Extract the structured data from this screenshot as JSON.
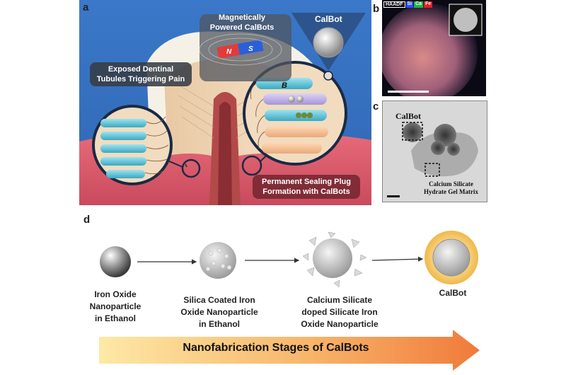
{
  "panel_a": {
    "letter": "a",
    "magnet_title_line1": "Magnetically",
    "magnet_title_line2": "Powered CalBots",
    "magnet_n": "N",
    "magnet_s": "S",
    "calbot_label": "CalBot",
    "tubules_line1": "Exposed Dentinal",
    "tubules_line2": "Tubules Triggering Pain",
    "field_symbol": "B",
    "sealing_line1": "Permanent Sealing Plug",
    "sealing_line2": "Formation with CalBots"
  },
  "panel_b": {
    "letter": "b",
    "legend": [
      "HAADF",
      "Si",
      "Ca",
      "Fe"
    ],
    "legend_colors": [
      "#ffffff",
      "#2b4dff",
      "#22b14c",
      "#e02020"
    ]
  },
  "panel_c": {
    "letter": "c",
    "calbot_label": "CalBot",
    "matrix_line1": "Calcium Silicate",
    "matrix_line2": "Hydrate Gel Matrix"
  },
  "panel_d": {
    "letter": "d",
    "stages": [
      {
        "lines": [
          "Iron Oxide",
          "Nanoparticle",
          "in Ethanol"
        ]
      },
      {
        "lines": [
          "Silica Coated Iron",
          "Oxide Nanoparticle",
          "in Ethanol"
        ]
      },
      {
        "lines": [
          "Calcium Silicate",
          "doped Silicate Iron",
          "Oxide Nanoparticle"
        ]
      },
      {
        "lines": [
          "CalBot"
        ]
      }
    ],
    "banner": "Nanofabrication Stages of CalBots"
  }
}
